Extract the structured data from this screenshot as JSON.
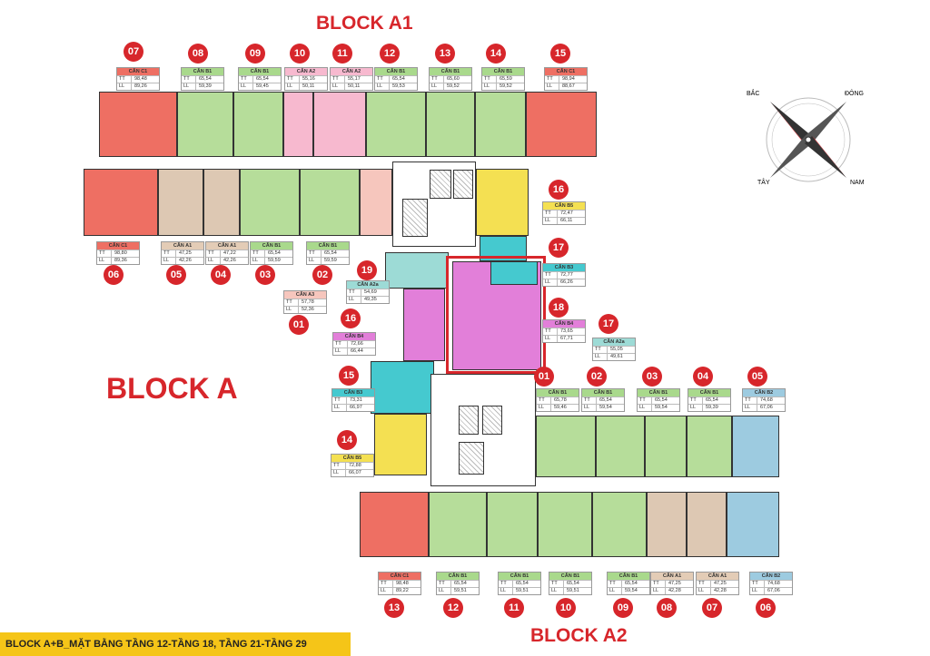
{
  "titles": {
    "block_a1": "BLOCK A1",
    "block_a": "BLOCK A",
    "block_a2": "BLOCK A2",
    "footer": "BLOCK A+B_MẶT BẰNG TẦNG 12-TẦNG 18, TẦNG 21-TẦNG 29"
  },
  "compass": {
    "north": "BẮC",
    "east": "ĐÔNG",
    "west": "TÂY",
    "south": "NAM"
  },
  "colors": {
    "C1": "#ee6f63",
    "B1": "#b6dd9a",
    "A2": "#f7b9cf",
    "A1": "#ddc8b3",
    "B4": "#e27fd9",
    "B3": "#45c9cf",
    "B5": "#f4e052",
    "A2a": "#9ddbd6",
    "A3": "#f6c6bd",
    "B2": "#9dcbe0",
    "highlight": "#d7262b",
    "header_C1": "#ee6f63",
    "header_B1": "#a9d98c",
    "header_A2": "#f7b9cf",
    "header_A1": "#e3ccb6"
  },
  "units": [
    {
      "id": "a1-07",
      "num": "07",
      "type": "CĂN C1",
      "tt": "98,48",
      "ll": "89,26"
    },
    {
      "id": "a1-08",
      "num": "08",
      "type": "CĂN B1",
      "tt": "65,54",
      "ll": "59,39"
    },
    {
      "id": "a1-09",
      "num": "09",
      "type": "CĂN B1",
      "tt": "65,54",
      "ll": "59,45"
    },
    {
      "id": "a1-10",
      "num": "10",
      "type": "CĂN A2",
      "tt": "55,16",
      "ll": "50,11"
    },
    {
      "id": "a1-11",
      "num": "11",
      "type": "CĂN A2",
      "tt": "55,17",
      "ll": "50,11"
    },
    {
      "id": "a1-12",
      "num": "12",
      "type": "CĂN B1",
      "tt": "65,54",
      "ll": "59,53"
    },
    {
      "id": "a1-13",
      "num": "13",
      "type": "CĂN B1",
      "tt": "65,60",
      "ll": "59,52"
    },
    {
      "id": "a1-14",
      "num": "14",
      "type": "CĂN B1",
      "tt": "65,59",
      "ll": "59,52"
    },
    {
      "id": "a1-15",
      "num": "15",
      "type": "CĂN C1",
      "tt": "98,94",
      "ll": "88,67"
    },
    {
      "id": "a1-06",
      "num": "06",
      "type": "CĂN C1",
      "tt": "98,80",
      "ll": "89,36"
    },
    {
      "id": "a1-05",
      "num": "05",
      "type": "CĂN A1",
      "tt": "47,25",
      "ll": "42,26"
    },
    {
      "id": "a1-04",
      "num": "04",
      "type": "CĂN A1",
      "tt": "47,22",
      "ll": "42,26"
    },
    {
      "id": "a1-03",
      "num": "03",
      "type": "CĂN B1",
      "tt": "65,54",
      "ll": "59,59"
    },
    {
      "id": "a1-02",
      "num": "02",
      "type": "CĂN B1",
      "tt": "65,54",
      "ll": "59,59"
    },
    {
      "id": "a1-01",
      "num": "01",
      "type": "CĂN A3",
      "tt": "57,78",
      "ll": "52,36"
    },
    {
      "id": "a1-19",
      "num": "19",
      "type": "CĂN A2a",
      "tt": "54,69",
      "ll": "49,35"
    },
    {
      "id": "a1-16",
      "num": "16",
      "type": "CĂN B5",
      "tt": "72,47",
      "ll": "66,11"
    },
    {
      "id": "a1-17",
      "num": "17",
      "type": "CĂN B3",
      "tt": "72,77",
      "ll": "66,26"
    },
    {
      "id": "a1-18",
      "num": "18",
      "type": "CĂN B4",
      "tt": "73,65",
      "ll": "67,71"
    },
    {
      "id": "a2-17",
      "num": "17",
      "type": "CĂN A2a",
      "tt": "55,05",
      "ll": "49,61"
    },
    {
      "id": "a2-16",
      "num": "16",
      "type": "CĂN B4",
      "tt": "72,66",
      "ll": "66,44"
    },
    {
      "id": "a2-15",
      "num": "15",
      "type": "CĂN B3",
      "tt": "73,31",
      "ll": "66,97"
    },
    {
      "id": "a2-14",
      "num": "14",
      "type": "CĂN B5",
      "tt": "72,88",
      "ll": "66,07"
    },
    {
      "id": "a2-01",
      "num": "01",
      "type": "CĂN B1",
      "tt": "65,78",
      "ll": "59,46"
    },
    {
      "id": "a2-02",
      "num": "02",
      "type": "CĂN B1",
      "tt": "65,54",
      "ll": "59,54"
    },
    {
      "id": "a2-03",
      "num": "03",
      "type": "CĂN B1",
      "tt": "65,54",
      "ll": "59,54"
    },
    {
      "id": "a2-04",
      "num": "04",
      "type": "CĂN B1",
      "tt": "65,54",
      "ll": "59,39"
    },
    {
      "id": "a2-05",
      "num": "05",
      "type": "CĂN B2",
      "tt": "74,68",
      "ll": "67,06"
    },
    {
      "id": "a2-13",
      "num": "13",
      "type": "CĂN C1",
      "tt": "98,48",
      "ll": "89,22"
    },
    {
      "id": "a2-12",
      "num": "12",
      "type": "CĂN B1",
      "tt": "65,54",
      "ll": "59,51"
    },
    {
      "id": "a2-11",
      "num": "11",
      "type": "CĂN B1",
      "tt": "65,54",
      "ll": "59,51"
    },
    {
      "id": "a2-10",
      "num": "10",
      "type": "CĂN B1",
      "tt": "65,54",
      "ll": "59,51"
    },
    {
      "id": "a2-09",
      "num": "09",
      "type": "CĂN B1",
      "tt": "65,54",
      "ll": "59,54"
    },
    {
      "id": "a2-08",
      "num": "08",
      "type": "CĂN A1",
      "tt": "47,25",
      "ll": "42,28"
    },
    {
      "id": "a2-07",
      "num": "07",
      "type": "CĂN A1",
      "tt": "47,25",
      "ll": "42,28"
    },
    {
      "id": "a2-06",
      "num": "06",
      "type": "CĂN B2",
      "tt": "74,68",
      "ll": "67,06"
    }
  ],
  "labels": {
    "tt": "TT",
    "ll": "LL"
  }
}
